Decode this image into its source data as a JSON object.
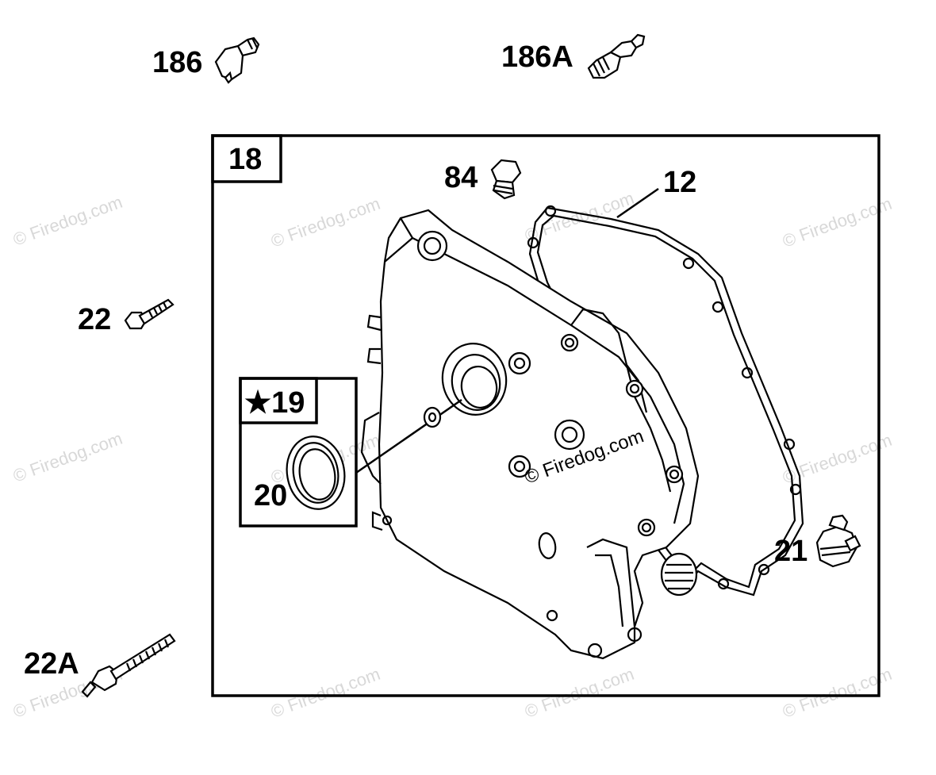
{
  "watermark": "© Firedog.com",
  "callouts": {
    "p186": "186",
    "p186a": "186A",
    "p18": "18",
    "p84": "84",
    "p12": "12",
    "p22": "22",
    "p19": "★19",
    "p20": "20",
    "p21": "21",
    "p22a": "22A"
  }
}
